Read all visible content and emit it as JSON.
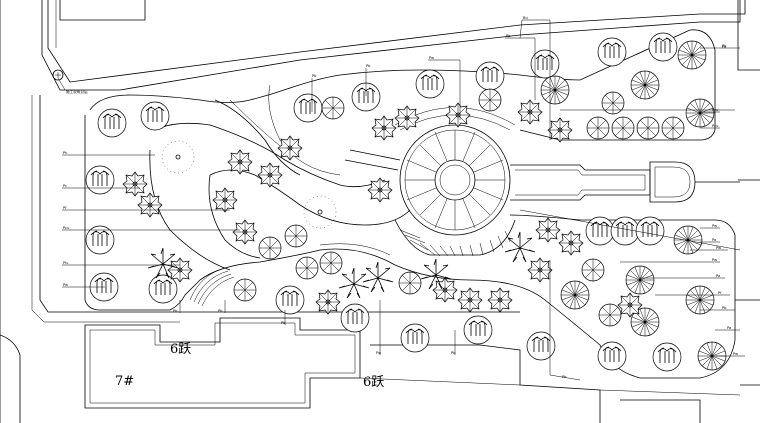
{
  "drawing": {
    "entrance_label": "施工说明见后",
    "block_label_7": "7#",
    "block_label_6a": "6跃",
    "block_label_6b": "6跃",
    "callouts": {
      "top": [
        "Bu",
        "Pb",
        "Pw",
        "Pb",
        "Pb",
        "Pb"
      ],
      "left": [
        "Ph",
        "Pc",
        "Pf",
        "Pcu",
        "Plu",
        "Pw"
      ],
      "right": [
        "Pcu",
        "Pcu",
        "Pw",
        "Pa",
        "Pw",
        "Pw",
        "Pa",
        "Pf",
        "Pb",
        "Pa",
        "Pw",
        "Pa"
      ],
      "bottom": [
        "Pb",
        "Pb",
        "Pb",
        "Pw",
        "Pb",
        "Pb"
      ]
    }
  }
}
